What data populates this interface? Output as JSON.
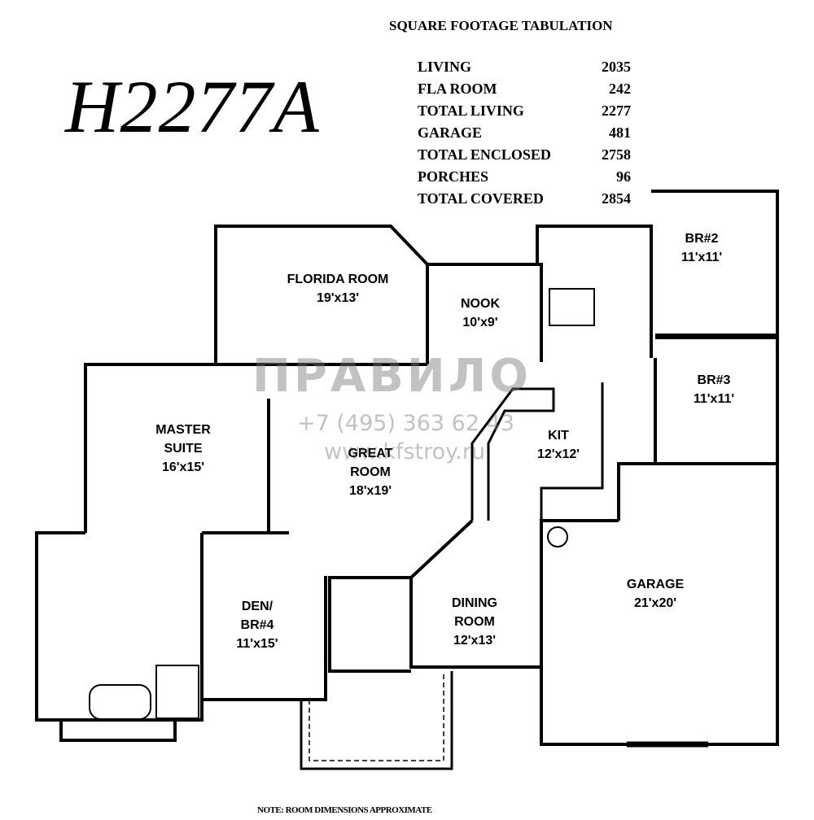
{
  "plan_id": "H2277A",
  "tabulation": {
    "title": "SQUARE FOOTAGE TABULATION",
    "rows": [
      {
        "label": "LIVING",
        "value": "2035"
      },
      {
        "label": "FLA ROOM",
        "value": "242"
      },
      {
        "label": "TOTAL LIVING",
        "value": "2277"
      },
      {
        "label": "GARAGE",
        "value": "481"
      },
      {
        "label": "TOTAL ENCLOSED",
        "value": "2758"
      },
      {
        "label": "PORCHES",
        "value": "96"
      },
      {
        "label": "TOTAL COVERED",
        "value": "2854"
      }
    ]
  },
  "rooms": {
    "florida": {
      "name": "FLORIDA ROOM",
      "size": "19'x13'"
    },
    "nook": {
      "name": "NOOK",
      "size": "10'x9'"
    },
    "br2": {
      "name": "BR#2",
      "size": "11'x11'"
    },
    "br3": {
      "name": "BR#3",
      "size": "11'x11'"
    },
    "master": {
      "name1": "MASTER",
      "name2": "SUITE",
      "size": "16'x15'"
    },
    "great": {
      "name1": "GREAT",
      "name2": "ROOM",
      "size": "18'x19'"
    },
    "kit": {
      "name": "KIT",
      "size": "12'x12'"
    },
    "garage": {
      "name": "GARAGE",
      "size": "21'x20'"
    },
    "dining": {
      "name1": "DINING",
      "name2": "ROOM",
      "size": "12'x13'"
    },
    "den": {
      "name1": "DEN/",
      "name2": "BR#4",
      "size": "11'x15'"
    }
  },
  "watermark": {
    "logo": "ПРАВИЛО",
    "phone": "+7 (495) 363 62 43",
    "site": "www.kfstroy.ru"
  },
  "note": "NOTE: ROOM DIMENSIONS APPROXIMATE"
}
